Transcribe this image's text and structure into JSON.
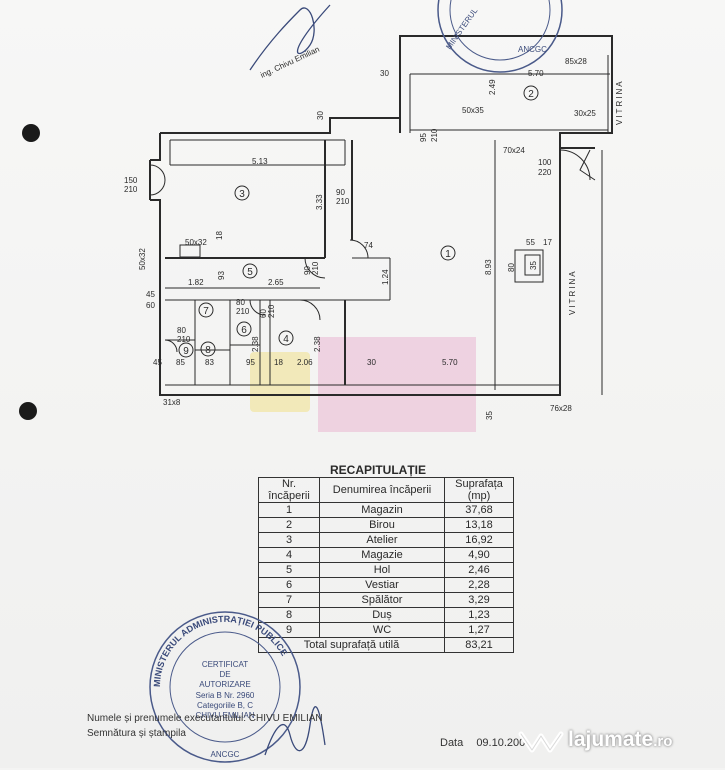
{
  "plan": {
    "room_numbers": [
      "1",
      "2",
      "3",
      "4",
      "5",
      "6",
      "7",
      "8",
      "9"
    ],
    "vitrina": "VITRINA",
    "dims": {
      "d_30a": "30",
      "d_570a": "5.70",
      "d_249": "2.49",
      "d_85x28": "85x28",
      "d_50x35": "50x35",
      "d_30x25": "30x25",
      "d_30b": "30",
      "d_95": "95",
      "d_210a": "210",
      "d_70x24": "70x24",
      "d_100": "100",
      "d_220": "220",
      "d_513": "5.13",
      "d_150": "150",
      "d_210b": "210",
      "d_90a": "90",
      "d_210c": "210",
      "d_333": "3.33",
      "d_74": "74",
      "d_55": "55",
      "d_17": "17",
      "d_80": "80",
      "d_35": "35",
      "d_893": "8.93",
      "d_124": "1.24",
      "d_50x32a": "50x32",
      "d_18": "18",
      "d_50x32b": "50x32",
      "d_182": "1.82",
      "d_93": "93",
      "d_265": "2.65",
      "d_90b": "90",
      "d_210d": "210",
      "d_45a": "45",
      "d_60": "60",
      "d_80a": "80",
      "d_210e": "210",
      "d_80b": "80",
      "d_210f": "210",
      "d_60b": "60",
      "d_210g": "210",
      "d_238a": "2.38",
      "d_238b": "2.38",
      "d_85": "85",
      "d_83": "83",
      "d_95b": "95",
      "d_18b": "18",
      "d_206": "2.06",
      "d_30c": "30",
      "d_570b": "5.70",
      "d_45b": "45",
      "d_31x8": "31x8",
      "d_35b": "35",
      "d_76x28": "76x28"
    },
    "signature_text": "ing. Chivu Emilian"
  },
  "stamp_top": {
    "line1": "MINISTERUL",
    "line2": "ANCGC"
  },
  "recap": {
    "title": "RECAPITULAȚIE",
    "headers": {
      "nr": "Nr. încăperii",
      "name": "Denumirea încăperii",
      "area": "Suprafața (mp)"
    },
    "rows": [
      {
        "nr": "1",
        "name": "Magazin",
        "area": "37,68"
      },
      {
        "nr": "2",
        "name": "Birou",
        "area": "13,18"
      },
      {
        "nr": "3",
        "name": "Atelier",
        "area": "16,92"
      },
      {
        "nr": "4",
        "name": "Magazie",
        "area": "4,90"
      },
      {
        "nr": "5",
        "name": "Hol",
        "area": "2,46"
      },
      {
        "nr": "6",
        "name": "Vestiar",
        "area": "2,28"
      },
      {
        "nr": "7",
        "name": "Spălător",
        "area": "3,29"
      },
      {
        "nr": "8",
        "name": "Duș",
        "area": "1,23"
      },
      {
        "nr": "9",
        "name": "WC",
        "area": "1,27"
      }
    ],
    "total_label": "Total suprafață utilă",
    "total_value": "83,21"
  },
  "stamp_bottom": {
    "ring": "MINISTERUL ADMINISTRAȚIEI PUBLICE",
    "center1": "CERTIFICAT",
    "center2": "DE",
    "center3": "AUTORIZARE",
    "center4": "Seria B Nr. 2960",
    "center5": "Categoriile B, C",
    "center6": "CHIVU EMILIAN",
    "bottom": "ANCGC"
  },
  "footer": {
    "name_line": "Numele și prenumele executantului: CHIVU EMILIAN",
    "signature_line": "Semnătura și ștampila",
    "date_label": "Data",
    "date_value": "09.10.200"
  },
  "brand": {
    "name": "lajumate",
    "tld": ".ro"
  }
}
